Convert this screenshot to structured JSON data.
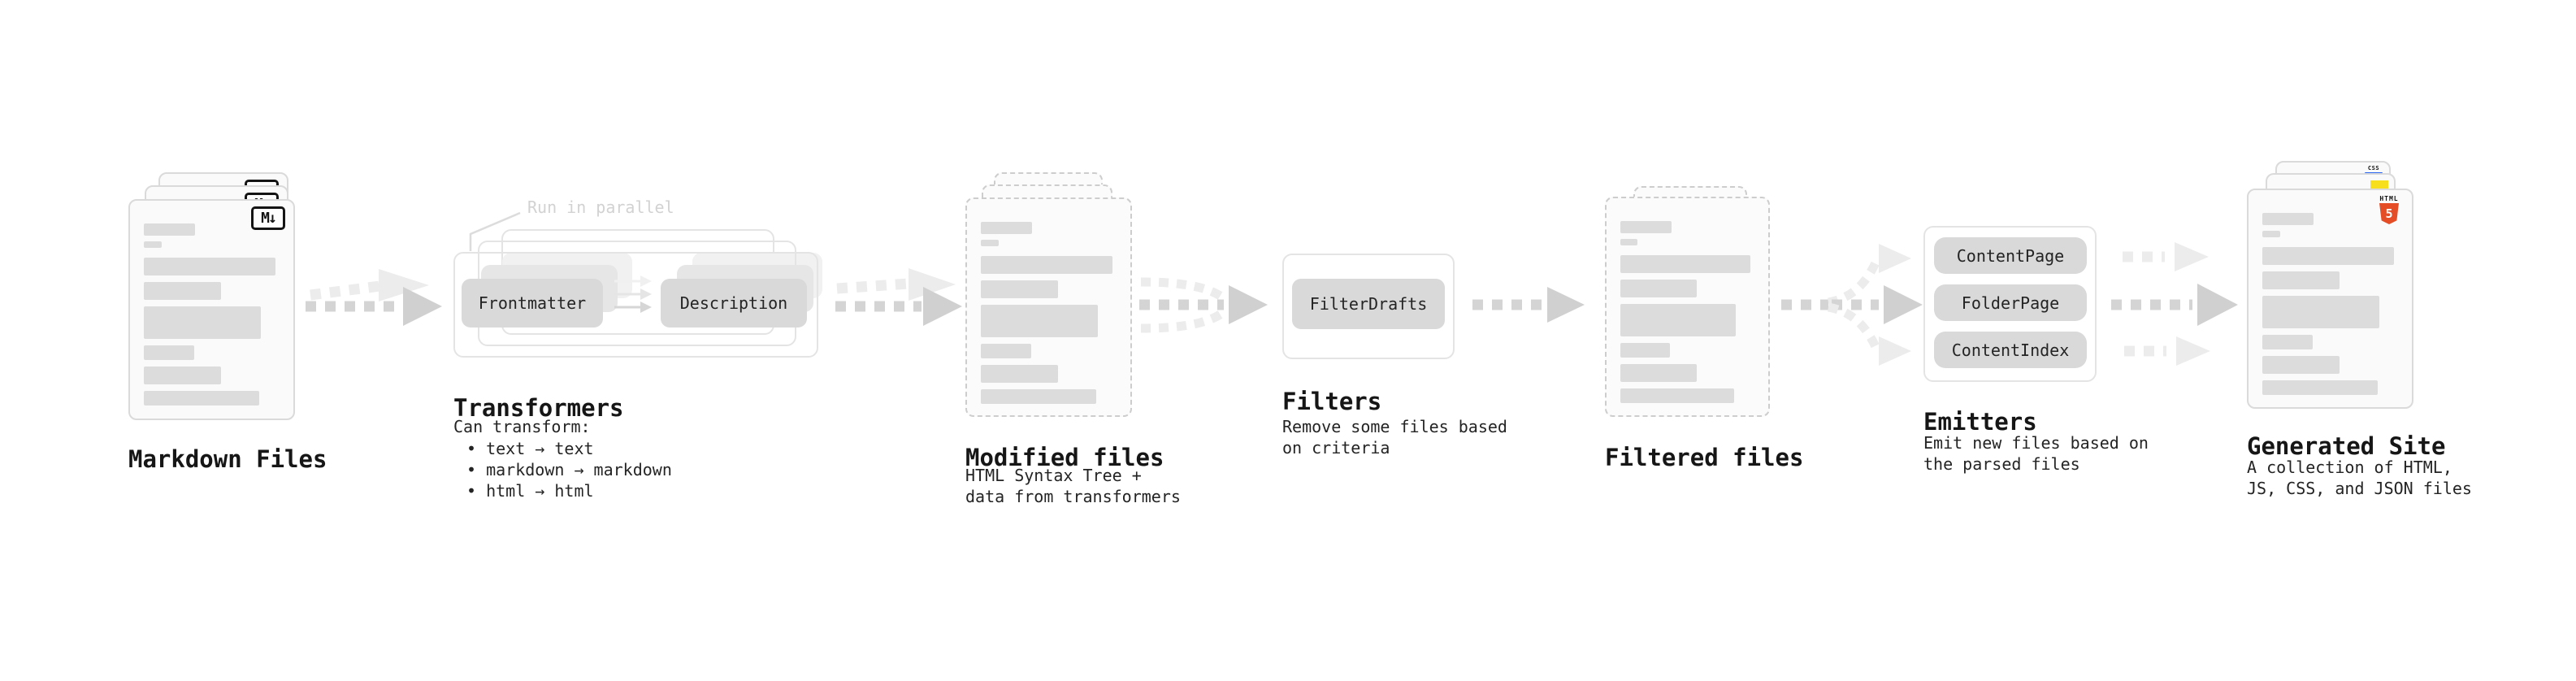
{
  "stages": {
    "markdown": {
      "label": "Markdown Files"
    },
    "transformers": {
      "label": "Transformers",
      "note": "Run in parallel",
      "pill_left": "Frontmatter",
      "pill_right": "Description",
      "desc_heading": "Can transform:",
      "desc_items": [
        "text → text",
        "markdown → markdown",
        "html → html"
      ]
    },
    "modified": {
      "label": "Modified files",
      "desc": [
        "HTML Syntax Tree +",
        "data from transformers"
      ]
    },
    "filters": {
      "label": "Filters",
      "pill": "FilterDrafts",
      "desc": [
        "Remove some files based",
        "on criteria"
      ]
    },
    "filtered": {
      "label": "Filtered files"
    },
    "emitters": {
      "label": "Emitters",
      "pills": [
        "ContentPage",
        "FolderPage",
        "ContentIndex"
      ],
      "desc": [
        "Emit new files based on",
        "the parsed files"
      ]
    },
    "site": {
      "label": "Generated Site",
      "desc": [
        "A collection of HTML,",
        "JS, CSS, and JSON files"
      ]
    }
  },
  "icons": {
    "markdown_badge": "M↓",
    "html5_label": "HTML",
    "html5_digit": "5",
    "css_label": "CSS"
  },
  "colors": {
    "html5_orange": "#e44d26",
    "js_yellow": "#f7df1e",
    "css_blue": "#2965f1"
  }
}
